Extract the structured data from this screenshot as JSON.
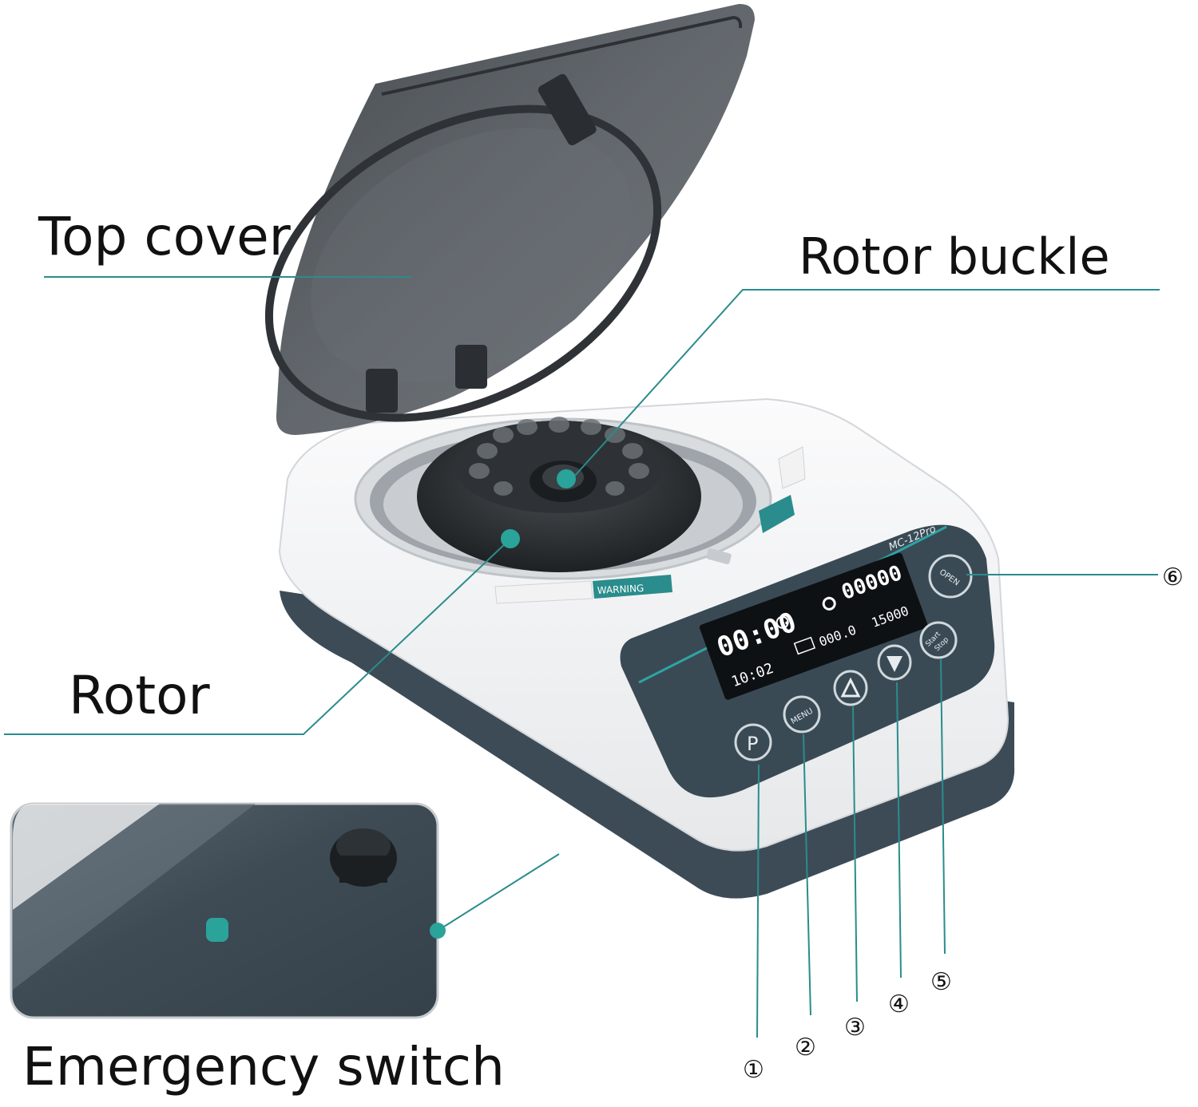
{
  "labels": {
    "top_cover": "Top cover",
    "rotor_buckle": "Rotor buckle",
    "rotor": "Rotor",
    "emergency_switch": "Emergency switch"
  },
  "model": "MC-12Pro",
  "display": {
    "time": "00:00",
    "speed": "00000",
    "rcf": "000.0",
    "max_speed": "15000",
    "sub_time": "10:02"
  },
  "buttons": {
    "p": "P",
    "menu": "MENU",
    "open": "OPEN",
    "start": "Start",
    "stop": "Stop"
  },
  "warning": "WARNING",
  "callouts": [
    "①",
    "②",
    "③",
    "④",
    "⑤",
    "⑥"
  ],
  "colors": {
    "accent": "#2a8c8c",
    "panel": "#3a4a55",
    "body": "#f4f5f6",
    "base": "#3d4b57",
    "lid": "#4a4f55"
  }
}
